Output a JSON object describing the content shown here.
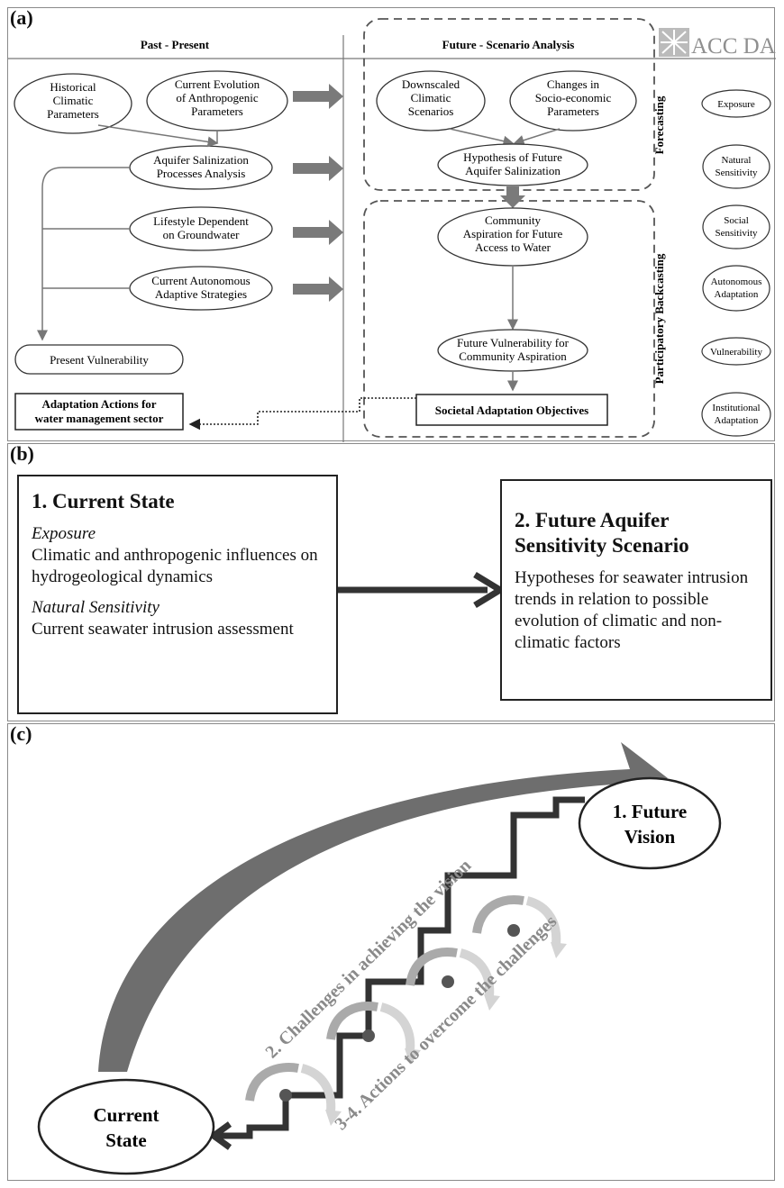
{
  "panel_a": {
    "label": "(a)",
    "header_left": "Past - Present",
    "header_right": "Future - Scenario Analysis",
    "logo_text": "ACC DAR",
    "nodes": {
      "historical": [
        "Historical",
        "Climatic",
        "Parameters"
      ],
      "current_evolution": [
        "Current Evolution",
        "of Anthropogenic",
        "Parameters"
      ],
      "aquifer_salinization": [
        "Aquifer Salinization",
        "Processes Analysis"
      ],
      "lifestyle": [
        "Lifestyle Dependent",
        "on Groundwater"
      ],
      "autonomous": [
        "Current Autonomous",
        "Adaptive Strategies"
      ],
      "present_vulnerability": "Present Vulnerability",
      "adaptation_actions": [
        "Adaptation Actions for",
        "water management sector"
      ],
      "downscaled": [
        "Downscaled",
        "Climatic",
        "Scenarios"
      ],
      "socio_economic": [
        "Changes in",
        "Socio-economic",
        "Parameters"
      ],
      "hypothesis": [
        "Hypothesis of Future",
        "Aquifer Salinization"
      ],
      "community": [
        "Community",
        "Aspiration for Future",
        "Access to Water"
      ],
      "future_vulnerability": [
        "Future Vulnerability for",
        "Community Aspiration"
      ],
      "societal": "Societal Adaptation Objectives"
    },
    "group_forecasting": "Forecasting",
    "group_backcasting": "Participatory Backcasting",
    "legend": [
      [
        "Exposure"
      ],
      [
        "Natural",
        "Sensitivity"
      ],
      [
        "Social",
        "Sensitivity"
      ],
      [
        "Autonomous",
        "Adaptation"
      ],
      [
        "Vulnerability"
      ],
      [
        "Institutional",
        "Adaptation"
      ]
    ]
  },
  "panel_b": {
    "label": "(b)",
    "box1": {
      "title": "1. Current State",
      "exposure_label": "Exposure",
      "exposure_text": "Climatic and anthropogenic influences on hydrogeological dynamics",
      "sensitivity_label": "Natural Sensitivity",
      "sensitivity_text": "Current seawater intrusion assessment"
    },
    "box2": {
      "title": "2. Future Aquifer Sensitivity Scenario",
      "text": "Hypotheses for seawater intrusion trends in relation to possible evolution of climatic and non-climatic factors"
    }
  },
  "panel_c": {
    "label": "(c)",
    "future_vision": [
      "1. Future",
      "Vision"
    ],
    "current_state": [
      "Current",
      "State"
    ],
    "challenges": "2. Challenges in achieving the vision",
    "actions": "3-4. Actions to overcome the challenges"
  }
}
